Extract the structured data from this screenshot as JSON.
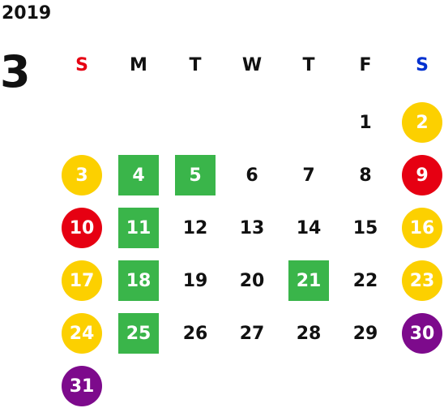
{
  "calendar": {
    "year": "2019",
    "month": "3",
    "weekdays": [
      {
        "label": "S",
        "color": "#e60012"
      },
      {
        "label": "M",
        "color": "#111111"
      },
      {
        "label": "T",
        "color": "#111111"
      },
      {
        "label": "W",
        "color": "#111111"
      },
      {
        "label": "T",
        "color": "#111111"
      },
      {
        "label": "F",
        "color": "#111111"
      },
      {
        "label": "S",
        "color": "#0030d0"
      }
    ],
    "colors": {
      "weekend_yellow": "#fcd000",
      "holiday_red": "#e60012",
      "green": "#3ab54a",
      "purple": "#7d0a8c"
    },
    "days": [
      {
        "day": "1",
        "style": "plain"
      },
      {
        "day": "2",
        "style": "yellow"
      },
      {
        "day": "3",
        "style": "yellow"
      },
      {
        "day": "4",
        "style": "green"
      },
      {
        "day": "5",
        "style": "green"
      },
      {
        "day": "6",
        "style": "plain"
      },
      {
        "day": "7",
        "style": "plain"
      },
      {
        "day": "8",
        "style": "plain"
      },
      {
        "day": "9",
        "style": "red"
      },
      {
        "day": "10",
        "style": "red"
      },
      {
        "day": "11",
        "style": "green"
      },
      {
        "day": "12",
        "style": "plain"
      },
      {
        "day": "13",
        "style": "plain"
      },
      {
        "day": "14",
        "style": "plain"
      },
      {
        "day": "15",
        "style": "plain"
      },
      {
        "day": "16",
        "style": "yellow"
      },
      {
        "day": "17",
        "style": "yellow"
      },
      {
        "day": "18",
        "style": "green"
      },
      {
        "day": "19",
        "style": "plain"
      },
      {
        "day": "20",
        "style": "plain"
      },
      {
        "day": "21",
        "style": "green"
      },
      {
        "day": "22",
        "style": "plain"
      },
      {
        "day": "23",
        "style": "yellow"
      },
      {
        "day": "24",
        "style": "yellow"
      },
      {
        "day": "25",
        "style": "green"
      },
      {
        "day": "26",
        "style": "plain"
      },
      {
        "day": "27",
        "style": "plain"
      },
      {
        "day": "28",
        "style": "plain"
      },
      {
        "day": "29",
        "style": "plain"
      },
      {
        "day": "30",
        "style": "purple"
      },
      {
        "day": "31",
        "style": "purple"
      }
    ]
  }
}
